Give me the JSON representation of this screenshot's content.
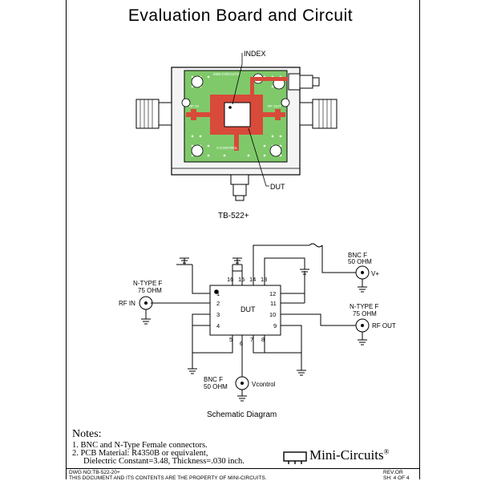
{
  "title": "Evaluation Board and Circuit",
  "board": {
    "index_label": "INDEX",
    "dut_label": "DUT",
    "board_name": "TB-522+",
    "silk_rf_in": "RF IN",
    "silk_rf_out": "RF OUT",
    "silk_vcontrol": "V-CONTROL",
    "silk_mini": "MINI-CIRCUITS"
  },
  "schematic": {
    "caption": "Schematic Diagram",
    "dut_label": "DUT",
    "pins_top": [
      "16",
      "15",
      "14",
      "13"
    ],
    "pins_left": [
      "1",
      "2",
      "3",
      "4"
    ],
    "pins_right": [
      "12",
      "11",
      "10",
      "9"
    ],
    "pins_bottom": [
      "5",
      "6",
      "7",
      "8"
    ],
    "conn_rf_in": {
      "type": "N-TYPE F",
      "impedance": "75 OHM",
      "label": "RF IN"
    },
    "conn_rf_out": {
      "type": "N-TYPE F",
      "impedance": "75 OHM",
      "label": "RF OUT"
    },
    "conn_vplus": {
      "type": "BNC F",
      "impedance": "50 OHM",
      "label": "V+"
    },
    "conn_vcontrol": {
      "type": "BNC F",
      "impedance": "50 OHM",
      "label": "Vcontrol"
    }
  },
  "notes": {
    "heading": "Notes:",
    "items": [
      "1. BNC and N-Type Female connectors.",
      "2. PCB Material: R4350B or equivalent,",
      "Dielectric Constant=3.48, Thickness=.030 inch."
    ]
  },
  "brand": {
    "name": "Mini-Circuits",
    "mark": "®"
  },
  "footer": {
    "dwg_no": "DWG NO:TB-522-20+",
    "property": "THIS DOCUMENT AND ITS CONTENTS ARE THE PROPERTY OF MINI-CIRCUITS.",
    "rev": "REV:OR",
    "sheet": "SH: 4  OF  4"
  }
}
